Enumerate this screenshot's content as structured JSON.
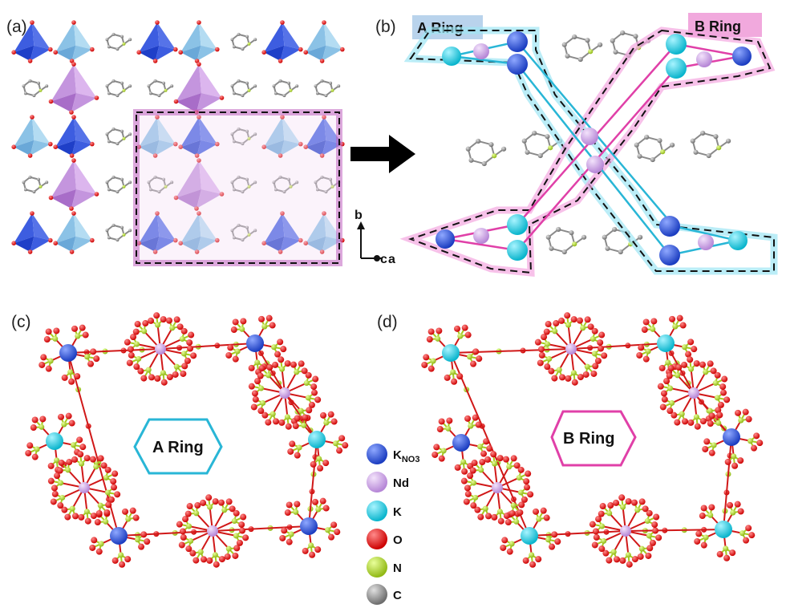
{
  "panels": {
    "a": {
      "label": "(a)"
    },
    "b": {
      "label": "(b)",
      "ring_a_tag": "A Ring",
      "ring_b_tag": "B Ring"
    },
    "c": {
      "label": "(c)",
      "ring_name": "A Ring"
    },
    "d": {
      "label": "(d)",
      "ring_name": "B Ring"
    }
  },
  "axes": {
    "b_label": "b",
    "c_label": "c",
    "a_label": "a"
  },
  "legend": {
    "items": [
      {
        "label": "K",
        "subscript": "NO3",
        "color": "#2a4fd6"
      },
      {
        "label": "Nd",
        "color": "#c99ee0"
      },
      {
        "label": "K",
        "color": "#17c7dc"
      },
      {
        "label": "O",
        "color": "#e01010"
      },
      {
        "label": "N",
        "color": "#a6cc1e"
      },
      {
        "label": "C",
        "color": "#8c8c8c"
      }
    ]
  },
  "colors": {
    "k_no3": "#2a4fd6",
    "nd": "#c99ee0",
    "k": "#17c7dc",
    "o": "#e01010",
    "n": "#a6cc1e",
    "c": "#8c8c8c",
    "ring_a": "#2ab8d8",
    "ring_b": "#e040a8",
    "tag_a_bg": "#b9d3ec",
    "tag_b_bg": "#f1a9dd"
  }
}
